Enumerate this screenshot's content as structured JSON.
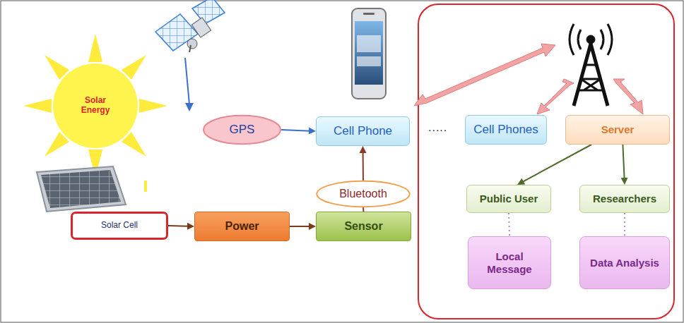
{
  "diagram": {
    "nodes": [
      {
        "text": [
          "Solar Energy"
        ]
      },
      {
        "text": [
          "GPS"
        ]
      },
      {
        "text": [
          "Cell Phone"
        ]
      },
      {
        "text": [
          "Cell Phones"
        ]
      },
      {
        "text": [
          "Server"
        ]
      },
      {
        "text": [
          "Public User"
        ]
      },
      {
        "text": [
          "Researchers"
        ]
      },
      {
        "text": [
          "Local Message"
        ]
      },
      {
        "text": [
          "Data Analysis"
        ]
      },
      {
        "text": [
          "Bluetooth"
        ]
      },
      {
        "text": [
          "Solar Cell"
        ]
      },
      {
        "text": [
          "Power"
        ]
      },
      {
        "text": [
          "Sensor"
        ]
      }
    ],
    "edges": [
      {
        "from": 1,
        "to": 2,
        "arrow": "to"
      },
      {
        "from": 4,
        "to": 5,
        "arrow": "to"
      },
      {
        "from": 4,
        "to": 6,
        "arrow": "to"
      },
      {
        "from": 5,
        "to": 7,
        "arrow": "none"
      },
      {
        "from": 6,
        "to": 8,
        "arrow": "none"
      },
      {
        "from": 10,
        "to": 11,
        "arrow": "to"
      },
      {
        "from": 11,
        "to": 12,
        "arrow": "to"
      },
      {
        "from": 12,
        "to": 9,
        "arrow": "none"
      },
      {
        "from": 9,
        "to": 2,
        "arrow": "to"
      }
    ],
    "labels": [
      "....."
    ]
  }
}
